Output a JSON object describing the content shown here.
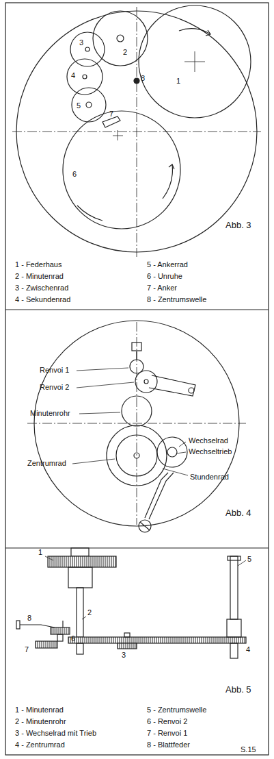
{
  "diagram": {
    "labels": [
      "1",
      "2",
      "3",
      "4",
      "5",
      "6",
      "7",
      "8",
      "Abb. 3",
      "1 - Federhaus",
      "2 - Minutenrad",
      "3 - Zwischenrad",
      "4 - Sekundenrad",
      "5 - Ankerrad",
      "6 - Unruhe",
      "7 - Anker",
      "8 - Zentrumswelle",
      "Renvoi 1",
      "Renvoi 2",
      "Minutenrohr",
      "Wechselrad",
      "Wechseltrieb",
      "Zentrumrad",
      "Stundenrad",
      "Abb. 4",
      "1",
      "2",
      "3",
      "4",
      "5",
      "8",
      "6",
      "7",
      "Abb. 5",
      "1 - Minutenrad",
      "2 - Minutenrohr",
      "3 - Wechselrad mit Trieb",
      "4 - Zentrumrad",
      "5 - Zentrumswelle",
      "6 - Renvoi 2",
      "7 - Renvoi 1",
      "8 - Blattfeder",
      "S.15"
    ]
  }
}
